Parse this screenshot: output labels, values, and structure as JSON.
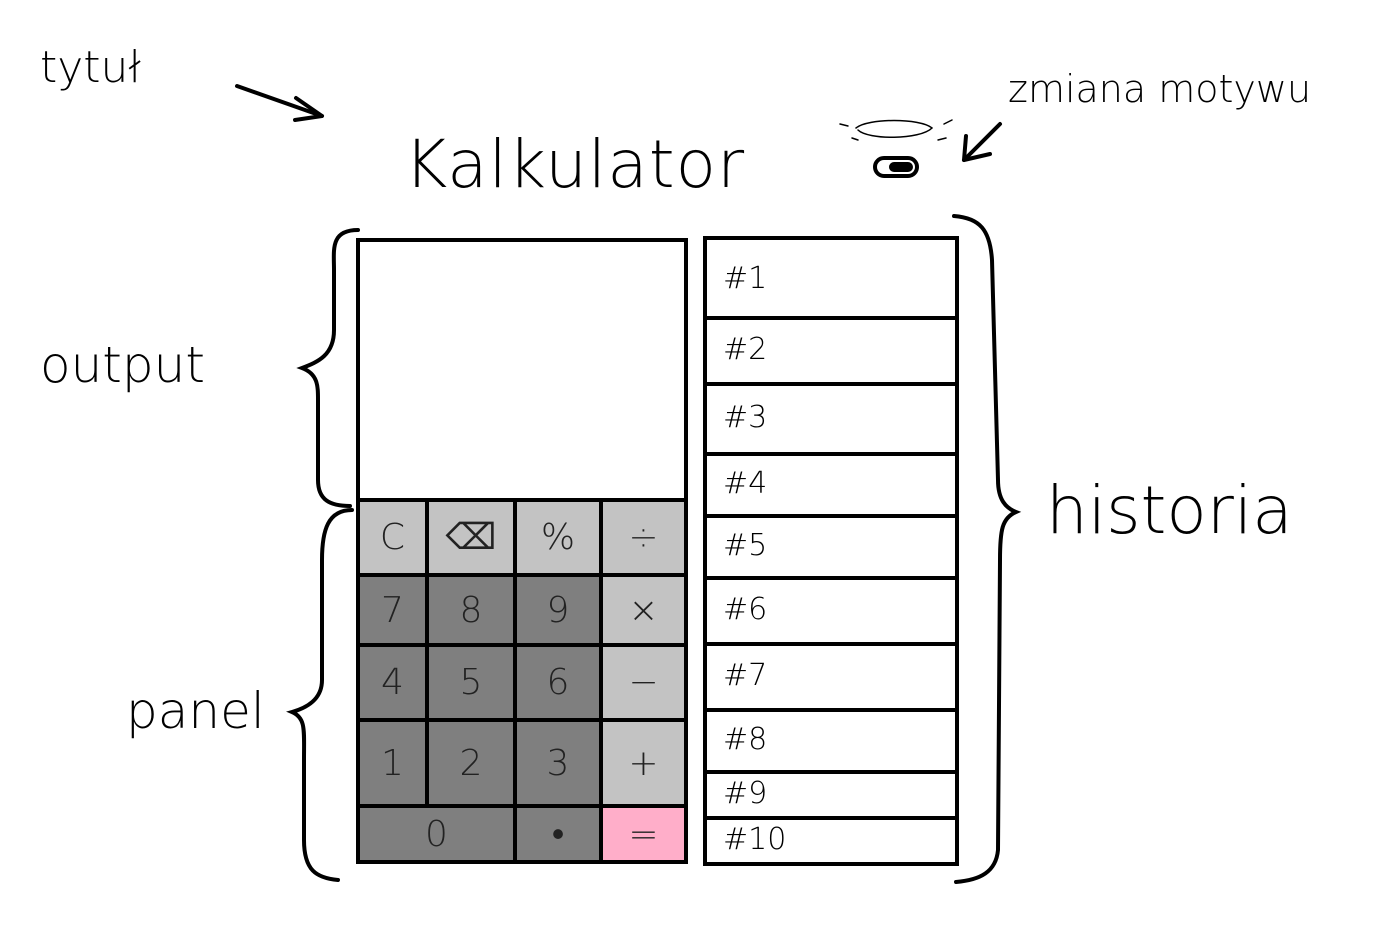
{
  "annotations": {
    "title_note": "tytuł",
    "theme_note": "zmiana motywu",
    "output_note": "output",
    "panel_note": "panel",
    "history_note": "historia"
  },
  "app": {
    "title": "Kalkulator"
  },
  "output": {
    "value": ""
  },
  "keypad": [
    {
      "label": "C",
      "tone": "light"
    },
    {
      "label": "⌫",
      "tone": "light"
    },
    {
      "label": "%",
      "tone": "light"
    },
    {
      "label": "÷",
      "tone": "light"
    },
    {
      "label": "7",
      "tone": "dark"
    },
    {
      "label": "8",
      "tone": "dark"
    },
    {
      "label": "9",
      "tone": "dark"
    },
    {
      "label": "×",
      "tone": "light"
    },
    {
      "label": "4",
      "tone": "dark"
    },
    {
      "label": "5",
      "tone": "dark"
    },
    {
      "label": "6",
      "tone": "dark"
    },
    {
      "label": "−",
      "tone": "light"
    },
    {
      "label": "1",
      "tone": "dark"
    },
    {
      "label": "2",
      "tone": "dark"
    },
    {
      "label": "3",
      "tone": "dark"
    },
    {
      "label": "+",
      "tone": "light"
    },
    {
      "label": "0",
      "tone": "dark"
    },
    {
      "label": "•",
      "tone": "dark"
    },
    {
      "label": "=",
      "tone": "accent"
    }
  ],
  "history": [
    {
      "label": "#1"
    },
    {
      "label": "#2"
    },
    {
      "label": "#3"
    },
    {
      "label": "#4"
    },
    {
      "label": "#5"
    },
    {
      "label": "#6"
    },
    {
      "label": "#7"
    },
    {
      "label": "#8"
    },
    {
      "label": "#9"
    },
    {
      "label": "#10"
    }
  ],
  "colors": {
    "key_light": "#c3c3c3",
    "key_dark": "#7f7f7f",
    "key_equals": "#ffaec9",
    "stroke": "#000000"
  },
  "icons": {
    "theme_toggle": "toggle-switch-icon",
    "backspace": "backspace-icon"
  }
}
